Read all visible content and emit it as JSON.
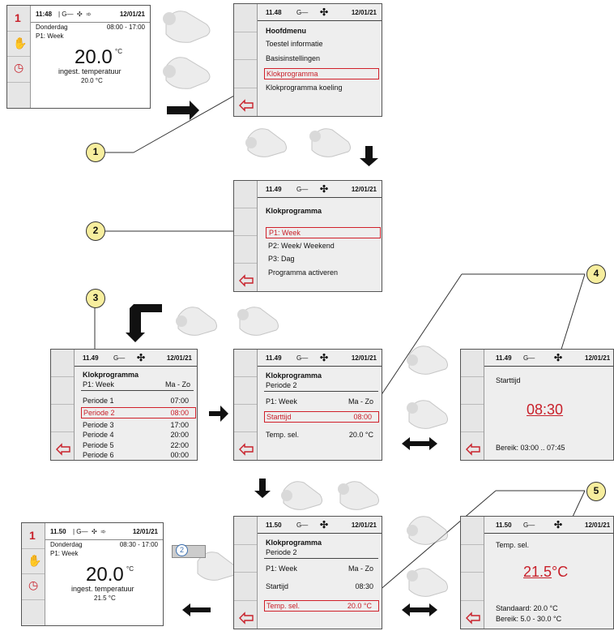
{
  "home1": {
    "time": "11:48",
    "date": "12/01/21",
    "day": "Donderdag",
    "range": "08:00 - 17:00",
    "prog": "P1: Week",
    "temp": "20.0",
    "unit": "°C",
    "label": "ingest. temperatuur",
    "sub": "20.0 °C",
    "side_icon1": "1",
    "side_icon2": "hand-icon",
    "side_icon3": "clock-icon"
  },
  "menu": {
    "time": "11.48",
    "date": "12/01/21",
    "title": "Hoofdmenu",
    "items": [
      "Toestel informatie",
      "Basisinstellingen",
      "Klokprogramma",
      "Klokprogramma koeling"
    ]
  },
  "klok": {
    "time": "11.49",
    "date": "12/01/21",
    "title": "Klokprogramma",
    "items": [
      "P1: Week",
      "P2: Week/ Weekend",
      "P3: Dag",
      "Programma activeren"
    ]
  },
  "periods": {
    "time": "11.49",
    "date": "12/01/21",
    "title": "Klokprogramma",
    "sub": "P1: Week",
    "sub_right": "Ma - Zo",
    "rows": [
      [
        "Periode 1",
        "07:00"
      ],
      [
        "Periode 2",
        "08:00"
      ],
      [
        "Periode 3",
        "17:00"
      ],
      [
        "Periode 4",
        "20:00"
      ],
      [
        "Periode 5",
        "22:00"
      ],
      [
        "Periode 6",
        "00:00"
      ]
    ]
  },
  "period2": {
    "time": "11.49",
    "date": "12/01/21",
    "title": "Klokprogramma",
    "sub": "Periode   2",
    "r1": "P1: Week",
    "r1v": "Ma - Zo",
    "r2": "Starttijd",
    "r2v": "08:00",
    "r3": "Temp. sel.",
    "r3v": "20.0 °C"
  },
  "start": {
    "time": "11.49",
    "date": "12/01/21",
    "label": "Starttijd",
    "value": "08:30",
    "range": "Bereik:  03:00 .. 07:45"
  },
  "period2b": {
    "time": "11.50",
    "date": "12/01/21",
    "title": "Klokprogramma",
    "sub": "Periode   2",
    "r1": "P1: Week",
    "r1v": "Ma - Zo",
    "r2": "Startijd",
    "r2v": "08:30",
    "r3": "Temp. sel.",
    "r3v": "20.0 °C"
  },
  "tempsel": {
    "time": "11.50",
    "date": "12/01/21",
    "label": "Temp. sel.",
    "value_int": "21.5",
    "unit": "°C",
    "std": "Standaard: 20.0 °C",
    "range": "Bereik:  5.0 - 30.0 °C"
  },
  "home2": {
    "time": "11.50",
    "date": "12/01/21",
    "day": "Donderdag",
    "range": "08:30 - 17:00",
    "prog": "P1: Week",
    "temp": "20.0",
    "unit": "°C",
    "label": "ingest. temperatuur",
    "sub": "21.5 °C",
    "side_icon1": "1"
  },
  "callouts": [
    "1",
    "2",
    "3",
    "4",
    "5"
  ],
  "button2": "2"
}
